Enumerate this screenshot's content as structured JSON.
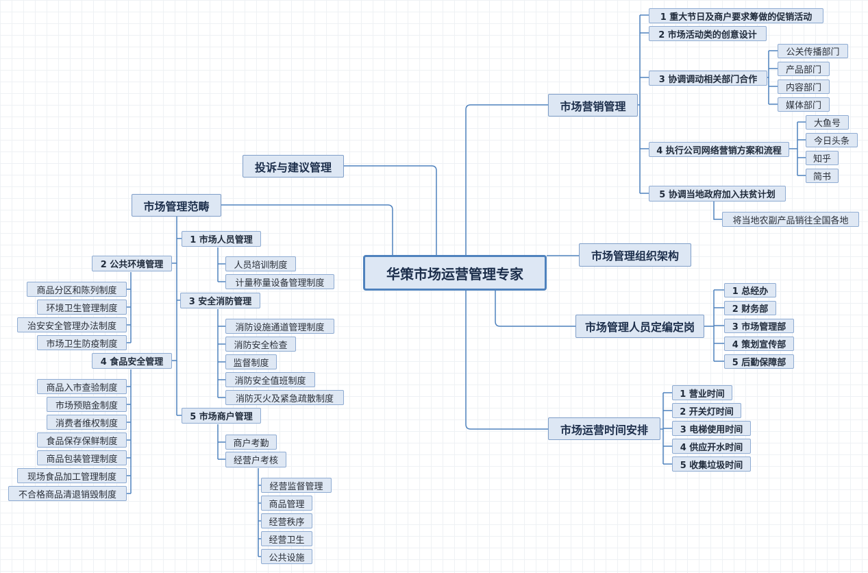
{
  "root": "华策市场运营管理专家",
  "branches": {
    "marketing": {
      "title": "市场营销管理",
      "items": [
        "1 重大节日及商户要求筹做的促销活动",
        "2 市场活动类的创意设计",
        "3 协调调动相关部门合作",
        "4 执行公司网络营销方案和流程",
        "5 协调当地政府加入扶贫计划"
      ],
      "departments": [
        "公关传播部门",
        "产品部门",
        "内容部门",
        "媒体部门"
      ],
      "platforms": [
        "大鱼号",
        "今日头条",
        "知乎",
        "简书"
      ],
      "poverty_note": "将当地农副产品销往全国各地"
    },
    "complaints": {
      "title": "投诉与建议管理"
    },
    "organization": {
      "title": "市场管理组织架构"
    },
    "staffing": {
      "title": "市场管理人员定编定岗",
      "items": [
        "1 总经办",
        "2 财务部",
        "3 市场管理部",
        "4 策划宣传部",
        "5 后勤保障部"
      ]
    },
    "schedule": {
      "title": "市场运营时间安排",
      "items": [
        "1 营业时间",
        "2 开关灯时间",
        "3 电梯使用时间",
        "4 供应开水时间",
        "5 收集垃圾时间"
      ]
    },
    "scope": {
      "title": "市场管理范畴",
      "personnel": {
        "title": "1 市场人员管理",
        "items": [
          "人员培训制度",
          "计量称量设备管理制度"
        ]
      },
      "environment": {
        "title": "2 公共环境管理",
        "items": [
          "商品分区和陈列制度",
          "环境卫生管理制度",
          "治安安全管理办法制度",
          "市场卫生防疫制度"
        ]
      },
      "fire": {
        "title": "3 安全消防管理",
        "items": [
          "消防设施通道管理制度",
          "消防安全检查",
          "监督制度",
          "消防安全值班制度",
          "消防灭火及紧急疏散制度"
        ]
      },
      "food": {
        "title": "4 食品安全管理",
        "items": [
          "商品入市查验制度",
          "市场预赔金制度",
          "消费者维权制度",
          "食品保存保鲜制度",
          "商品包装管理制度",
          "现场食品加工管理制度",
          "不合格商品清退销毁制度"
        ]
      },
      "merchants": {
        "title": "5 市场商户管理",
        "items": [
          "商户考勤",
          "经营户考核"
        ],
        "assessment": [
          "经营监督管理",
          "商品管理",
          "经营秩序",
          "经营卫生",
          "公共设施"
        ]
      }
    }
  }
}
